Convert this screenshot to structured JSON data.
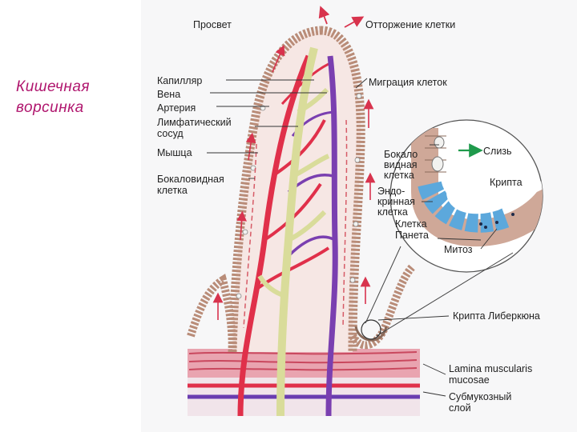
{
  "title": {
    "line1": "Кишечная",
    "line2": "ворсинка"
  },
  "labels": {
    "lumen": "Просвет",
    "cell_shedding": "Отторжение клетки",
    "capillary": "Капилляр",
    "vein": "Вена",
    "artery": "Артерия",
    "lymph_vessel_1": "Лимфатический",
    "lymph_vessel_2": "сосуд",
    "muscle": "Мышца",
    "goblet_cell_1": "Бокаловидная",
    "goblet_cell_2": "клетка",
    "cell_migration": "Миграция клеток",
    "inset_goblet_1": "Бокало",
    "inset_goblet_2": "видная",
    "inset_goblet_3": "клетка",
    "mucus": "Слизь",
    "crypt": "Крипта",
    "endocrine_1": "Эндо-",
    "endocrine_2": "кринная",
    "endocrine_3": "клетка",
    "paneth_1": "Клетка",
    "paneth_2": "Панета",
    "mitosis": "Митоз",
    "lieberkuhn_crypt": "Крипта Либеркюна",
    "lamina_1": "Lamina muscularis",
    "lamina_2": "mucosae",
    "submucosa_1": "Субмукозный",
    "submucosa_2": "слой"
  },
  "colors": {
    "title": "#b0166e",
    "artery": "#e0304a",
    "vein": "#7a3fb0",
    "lymph": "#d9dc9a",
    "epithelium": "#b98c78",
    "goblet": "#f2f2f0",
    "arrow": "#d8334d",
    "mucus_arrow": "#1f9a4c",
    "crypt_blue": "#5ca8dc"
  },
  "icons": {
    "shedding": "up-arrow-icon",
    "migration": "up-arrow-icon",
    "mucus": "right-arrow-icon"
  }
}
